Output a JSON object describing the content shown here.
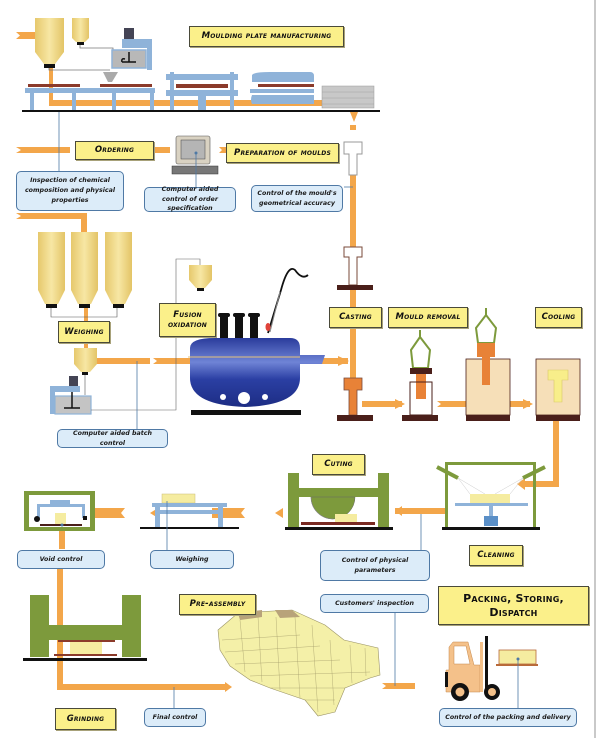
{
  "title": "Glass mould production process flow",
  "stages": {
    "moulding_plate_manufacturing": "Moulding plate manufacturing",
    "ordering": "Ordering",
    "preparation_of_moulds": "Preparation of moulds",
    "weighing": "Weighing",
    "fusion_oxidation": "Fusion oxidation",
    "casting": "Casting",
    "mould_removal": "Mould removal",
    "cooling": "Cooling",
    "cuting": "Cuting",
    "cleaning": "Cleaning",
    "pre_assembly": "Pre-assembly",
    "grinding": "Grinding",
    "packing": "Packing, Storing, Dispatch"
  },
  "controls": {
    "inspection": "Inspection of chemical composition and physical properties",
    "computer_order": "Computer aided control of order specification",
    "mould_accuracy": "Control of the mould's geometrical accuracy",
    "batch_control": "Computer aided batch control",
    "void_control": "Void control",
    "weighing_control": "Weighing",
    "physical_parameters": "Control of physical parameters",
    "customers_inspection": "Customers' inspection",
    "final_control": "Final control",
    "packing_delivery": "Control of the packing and delivery"
  },
  "colors": {
    "flow": "#f3a64a",
    "label_bg": "#fbf08a",
    "note_bg": "#dcecf9",
    "note_border": "#4f79a5",
    "machine_blue": "#8fb3d9",
    "machine_green": "#7d9a3c",
    "silo": "#f2dc8a",
    "furnace": "#2c3f9e"
  }
}
